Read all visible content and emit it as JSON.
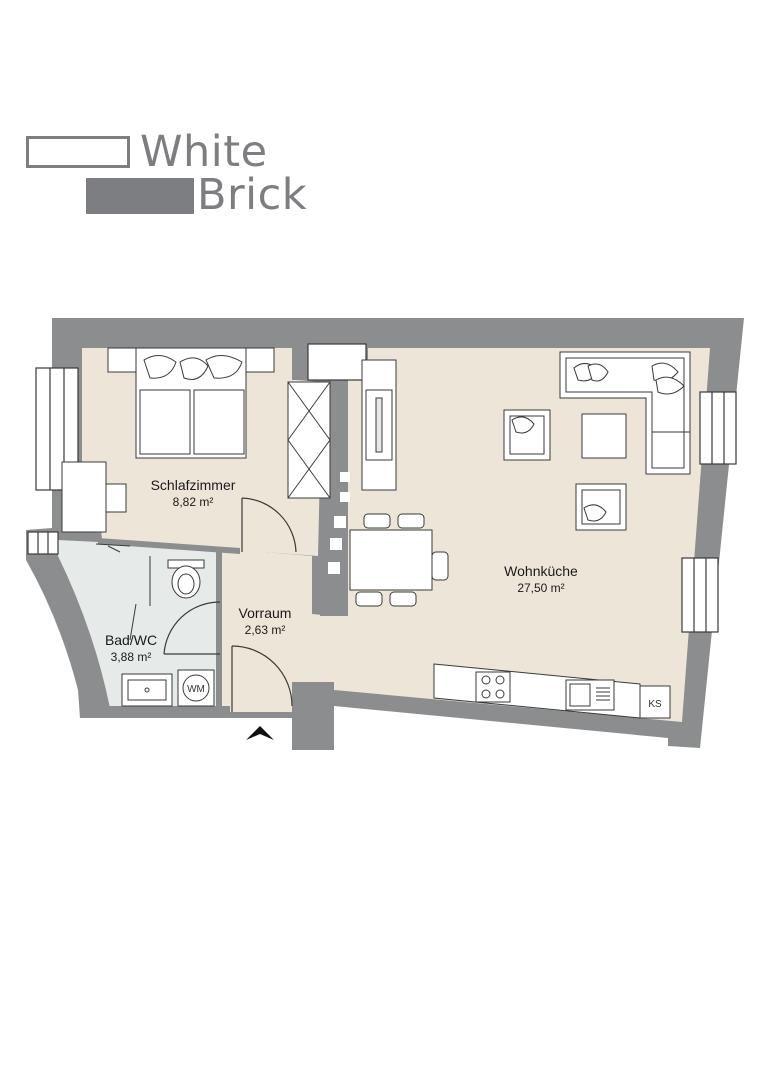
{
  "logo": {
    "word_top": "White",
    "word_bottom": "Brick"
  },
  "rooms": [
    {
      "key": "schlafzimmer",
      "name": "Schlafzimmer",
      "area": "8,82 m²"
    },
    {
      "key": "wohnkueche",
      "name": "Wohnküche",
      "area": "27,50 m²"
    },
    {
      "key": "vorraum",
      "name": "Vorraum",
      "area": "2,63 m²"
    },
    {
      "key": "bad",
      "name": "Bad/WC",
      "area": "3,88 m²"
    }
  ],
  "fixtures": {
    "washing_machine": "WM",
    "fridge": "KS"
  },
  "colors": {
    "wall": "#8c8d8f",
    "floor": "#ede6d8",
    "bath_floor": "#e6ebea",
    "line": "#3a3a3a"
  },
  "icons": {
    "entrance": "entrance-arrow-icon"
  }
}
